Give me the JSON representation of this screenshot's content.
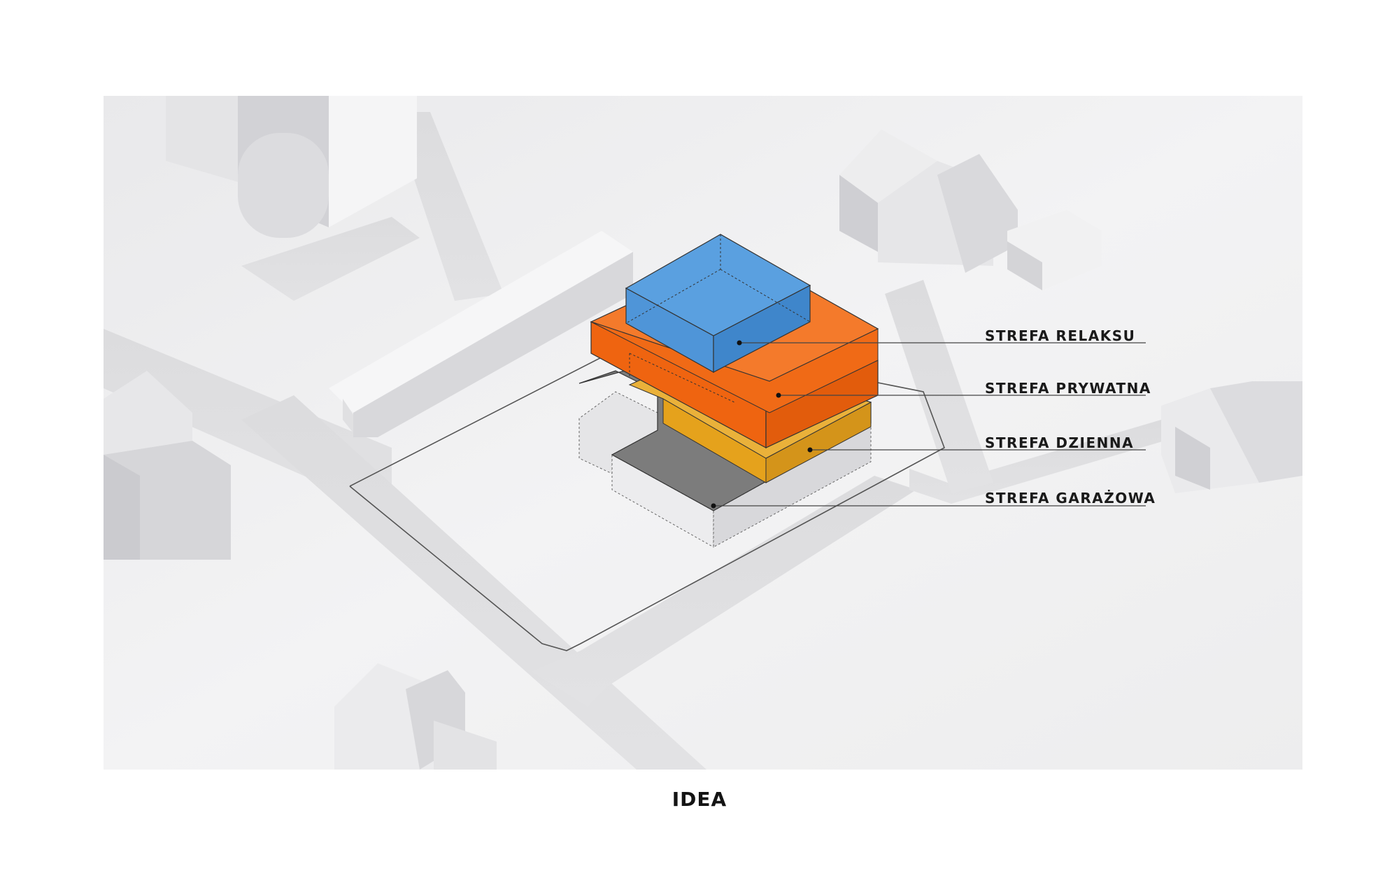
{
  "zones": [
    {
      "id": "relaksu",
      "label": "STREFA RELAKSU",
      "color": "#4f95d8"
    },
    {
      "id": "prywatna",
      "label": "STREFA PRYWATNA",
      "color": "#f0620f"
    },
    {
      "id": "dzienna",
      "label": "STREFA DZIENNA",
      "color": "#e5a21c"
    },
    {
      "id": "garazowa",
      "label": "STREFA GARAŻOWA",
      "color": "#7c7c7c"
    }
  ],
  "caption": "IDEA"
}
